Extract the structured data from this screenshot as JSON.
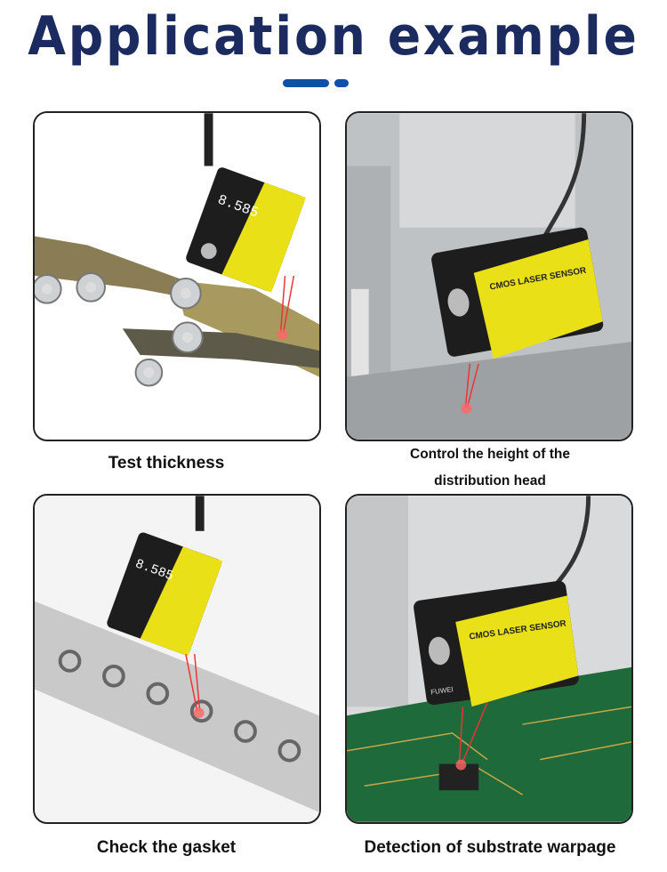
{
  "header": {
    "title": "Application example"
  },
  "accent_color": "#0f4fa8",
  "title_color": "#1b2b5f",
  "examples": [
    {
      "caption": "Test thickness",
      "scene": "roller-film"
    },
    {
      "caption_line1": "Control the height of the",
      "caption_line2": "distribution head",
      "scene": "dispenser"
    },
    {
      "caption": "Check the gasket",
      "scene": "gasket-strip"
    },
    {
      "caption": "Detection of substrate warpage",
      "scene": "pcb"
    }
  ],
  "sensor_label": {
    "title": "CMOS LASER SENSOR",
    "display": "8.585",
    "brand": "FUWEI"
  }
}
